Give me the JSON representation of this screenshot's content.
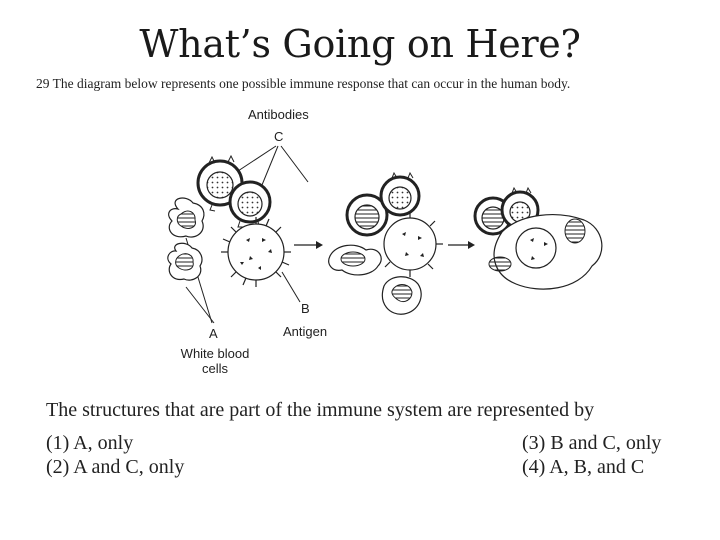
{
  "slide": {
    "title": "What’s Going on Here?"
  },
  "question": {
    "stem": "29  The diagram below represents one possible immune response that can occur in the human body.",
    "prompt": "The structures that are part of the immune system are represented by",
    "options": [
      "(1)  A, only",
      "(2)  A and C, only",
      "(3)  B and C, only",
      "(4)  A, B, and C"
    ]
  },
  "diagram": {
    "label_antibodies": "Antibodies",
    "label_c": "C",
    "label_b": "B",
    "label_antigen": "Antigen",
    "label_a": "A",
    "label_wbc_line1": "White blood",
    "label_wbc_line2": "cells"
  }
}
